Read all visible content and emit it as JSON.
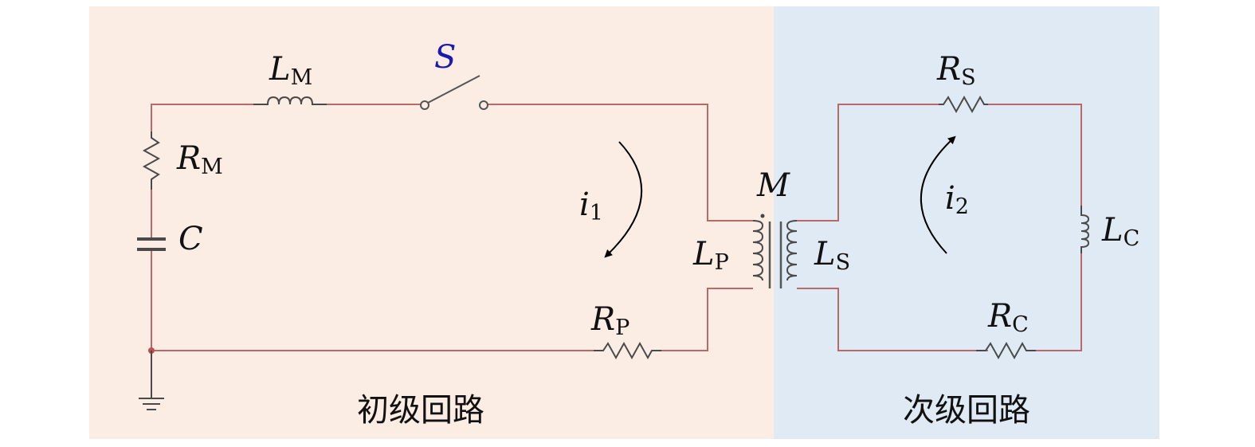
{
  "colors": {
    "primary_bg": "#fbece4",
    "secondary_bg": "#dfeaf5",
    "wire": "#b86a6a",
    "switch_label": "#1a1ab0"
  },
  "labels": {
    "LM": {
      "main": "L",
      "sub": "M"
    },
    "S": {
      "main": "S"
    },
    "RM": {
      "main": "R",
      "sub": "M"
    },
    "C": {
      "main": "C"
    },
    "i1": {
      "main": "i",
      "sub": "1"
    },
    "M": {
      "main": "M"
    },
    "LP": {
      "main": "L",
      "sub": "P"
    },
    "LS": {
      "main": "L",
      "sub": "S"
    },
    "RP": {
      "main": "R",
      "sub": "P"
    },
    "RS": {
      "main": "R",
      "sub": "S"
    },
    "i2": {
      "main": "i",
      "sub": "2"
    },
    "LC": {
      "main": "L",
      "sub": "C"
    },
    "RC": {
      "main": "R",
      "sub": "C"
    }
  },
  "captions": {
    "primary": "初级回路",
    "secondary": "次级回路"
  }
}
